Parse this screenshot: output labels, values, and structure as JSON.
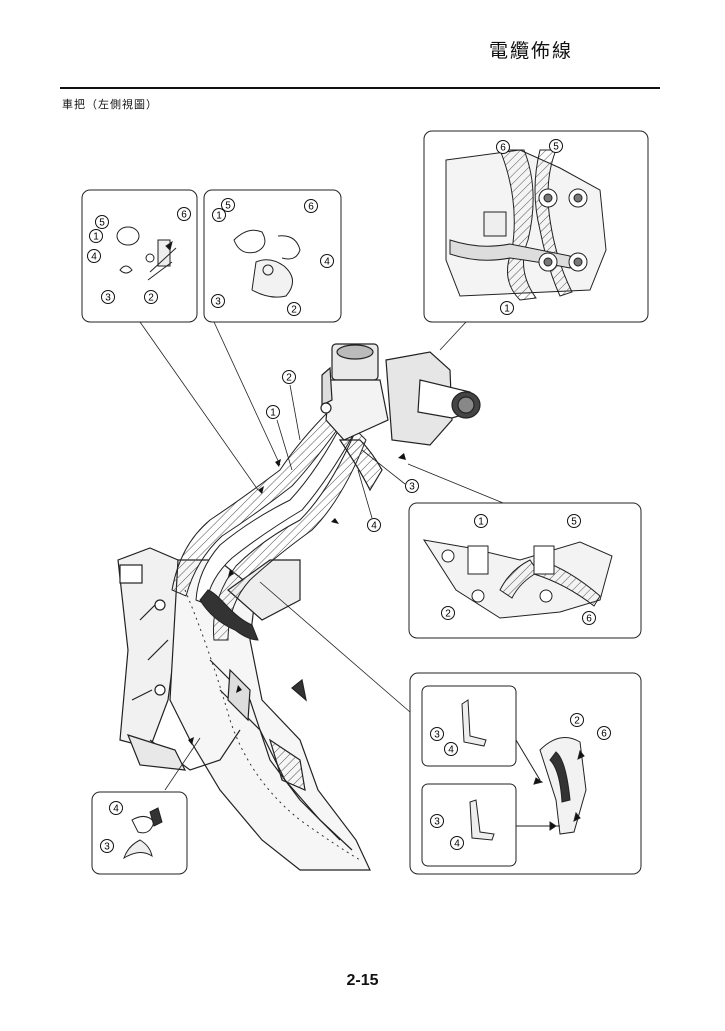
{
  "header": {
    "title": "電纜佈線"
  },
  "section": {
    "caption": "車把（左側視圖）"
  },
  "footer": {
    "page_number": "2-15"
  },
  "callouts": {
    "c1": "1",
    "c2": "2",
    "c3": "3",
    "c4": "4",
    "c5": "5",
    "c6": "6"
  }
}
